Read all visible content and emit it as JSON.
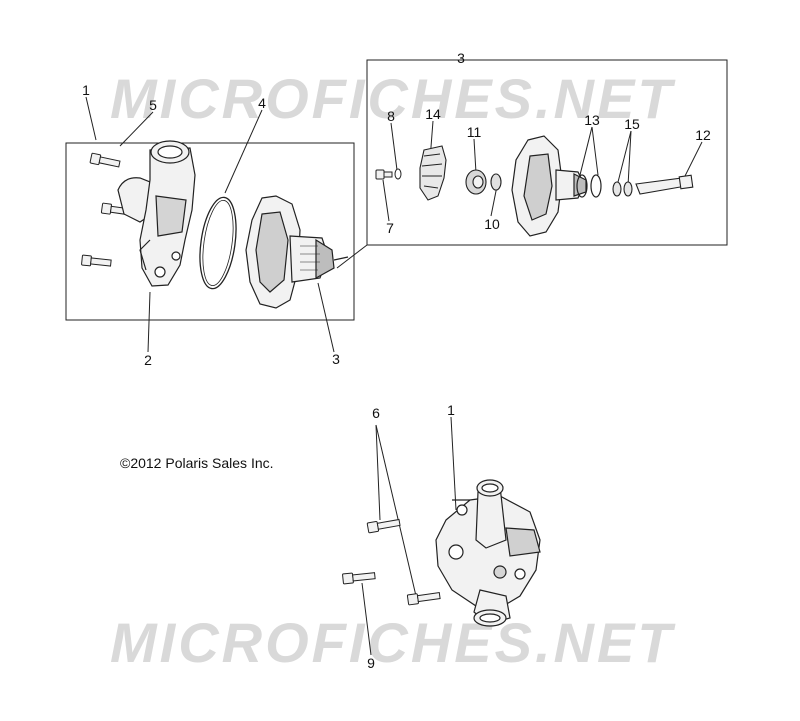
{
  "watermark": {
    "text": "MICROFICHES.NET",
    "color": "#d9d9d9"
  },
  "copyright": "©2012 Polaris Sales Inc.",
  "callouts": [
    {
      "id": "c1-top",
      "text": "1"
    },
    {
      "id": "c5",
      "text": "5"
    },
    {
      "id": "c4",
      "text": "4"
    },
    {
      "id": "c2",
      "text": "2"
    },
    {
      "id": "c3-left",
      "text": "3"
    },
    {
      "id": "c3-box",
      "text": "3"
    },
    {
      "id": "c8",
      "text": "8"
    },
    {
      "id": "c14",
      "text": "14"
    },
    {
      "id": "c11",
      "text": "11"
    },
    {
      "id": "c13",
      "text": "13"
    },
    {
      "id": "c15",
      "text": "15"
    },
    {
      "id": "c12",
      "text": "12"
    },
    {
      "id": "c7",
      "text": "7"
    },
    {
      "id": "c10",
      "text": "10"
    },
    {
      "id": "c6",
      "text": "6"
    },
    {
      "id": "c1-bottom",
      "text": "1"
    },
    {
      "id": "c9",
      "text": "9"
    }
  ],
  "colors": {
    "line": "#222222",
    "part_fill": "#f2f2f2",
    "part_shade": "#9a9a9a"
  }
}
